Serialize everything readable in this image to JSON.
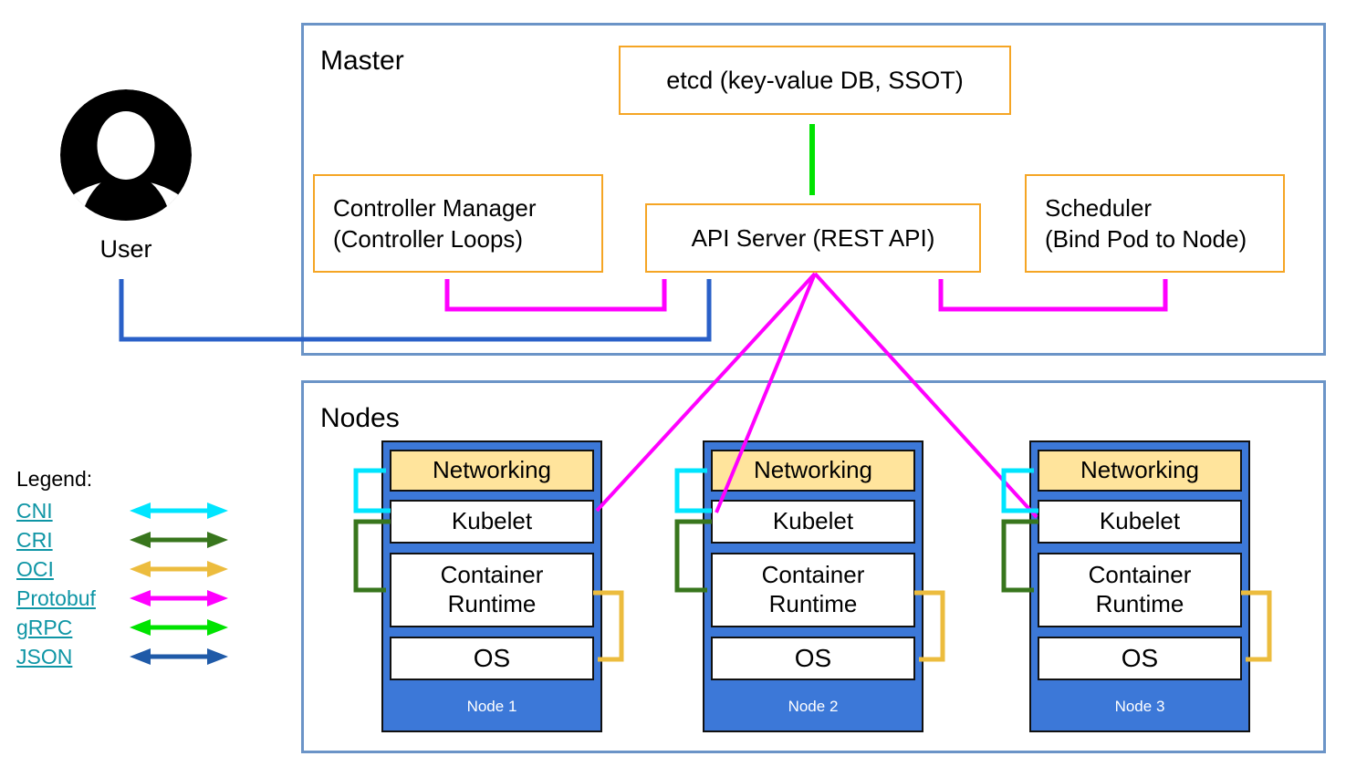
{
  "master": {
    "title": "Master",
    "etcd_label": "etcd (key-value DB, SSOT)",
    "controller_manager": [
      "Controller Manager",
      "(Controller Loops)"
    ],
    "api_server_label": "API Server (REST API)",
    "scheduler": [
      "Scheduler",
      "(Bind Pod to Node)"
    ]
  },
  "user": {
    "label": "User"
  },
  "nodes_section": {
    "title": "Nodes",
    "layers": {
      "networking": "Networking",
      "kubelet": "Kubelet",
      "runtime": "Container Runtime",
      "os": "OS"
    },
    "items": [
      {
        "title": "Node 1"
      },
      {
        "title": "Node 2"
      },
      {
        "title": "Node 3"
      }
    ]
  },
  "legend": {
    "title": "Legend:",
    "items": [
      {
        "label": "CNI"
      },
      {
        "label": "CRI"
      },
      {
        "label": "OCI"
      },
      {
        "label": "Protobuf"
      },
      {
        "label": "gRPC"
      },
      {
        "label": "JSON"
      }
    ]
  },
  "colors": {
    "orange_border": "#f5a524",
    "frame_border": "#6b94c7",
    "node_fill": "#3c78d8",
    "networking_fill": "#ffe49c",
    "link": "#0e95a5",
    "cni": "#00e5ff",
    "cri": "#38761d",
    "oci": "#ecbc3e",
    "protobuf": "#ff00ff",
    "grpc": "#00e300",
    "json": "#1f5aa8",
    "user_arrow": "#2a60c8",
    "icon_black": "#000000"
  }
}
